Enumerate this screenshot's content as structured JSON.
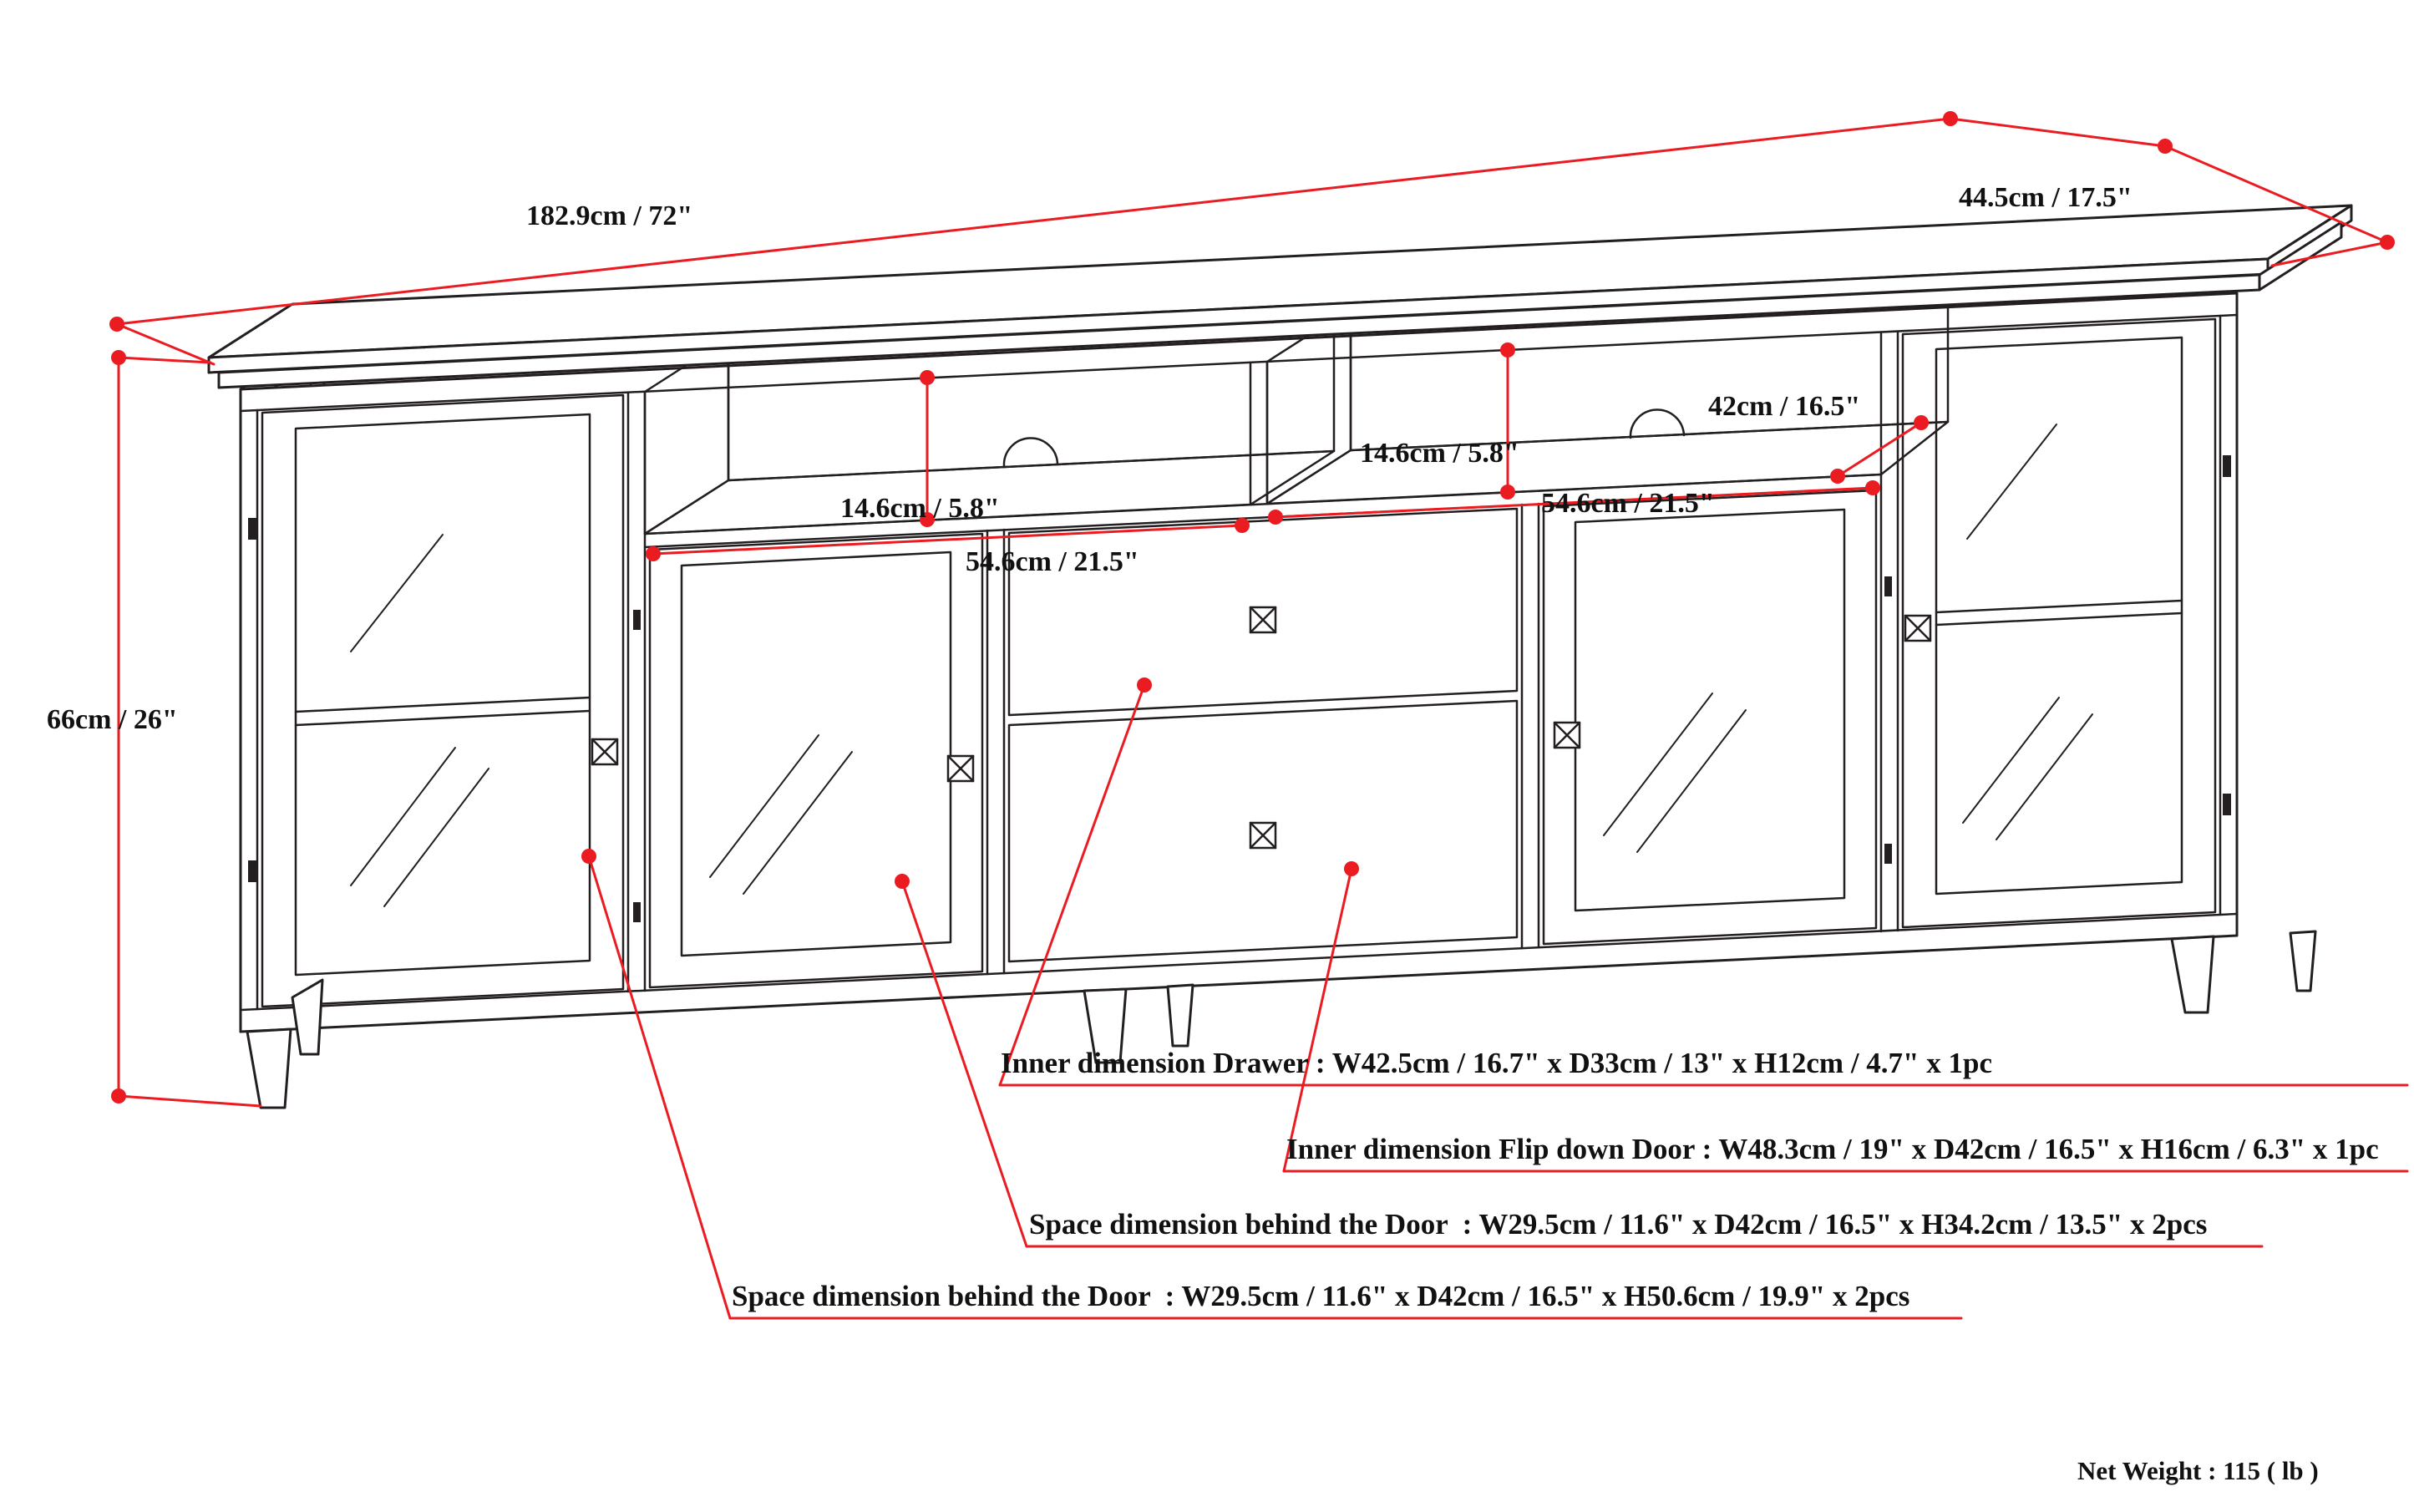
{
  "diagram": {
    "dimensions": {
      "length": "182.9cm / 72\"",
      "depth": "44.5cm / 17.5\"",
      "height": "66cm / 26\"",
      "compartment_depth": "42cm / 16.5\"",
      "compartment_height_left": "14.6cm / 5.8\"",
      "compartment_height_right": "14.6cm / 5.8\"",
      "compartment_width_left": "54.6cm / 21.5\"",
      "compartment_width_right": "54.6cm / 21.5\""
    },
    "callouts": [
      {
        "label": "Inner dimension Drawer : W42.5cm / 16.7\" x D33cm / 13\" x H12cm / 4.7\" x 1pc"
      },
      {
        "label": "Inner dimension Flip down Door : W48.3cm / 19\" x D42cm / 16.5\" x H16cm / 6.3\" x 1pc"
      },
      {
        "label": "Space dimension behind the Door  : W29.5cm / 11.6\" x D42cm / 16.5\" x H34.2cm / 13.5\" x 2pcs"
      },
      {
        "label": "Space dimension behind the Door  : W29.5cm / 11.6\" x D42cm / 16.5\" x H50.6cm / 19.9\" x 2pcs"
      }
    ],
    "net_weight": "Net Weight : 115 ( lb )",
    "colors": {
      "dimension_red": "#ea1c22",
      "drawing_black": "#231f20"
    }
  }
}
